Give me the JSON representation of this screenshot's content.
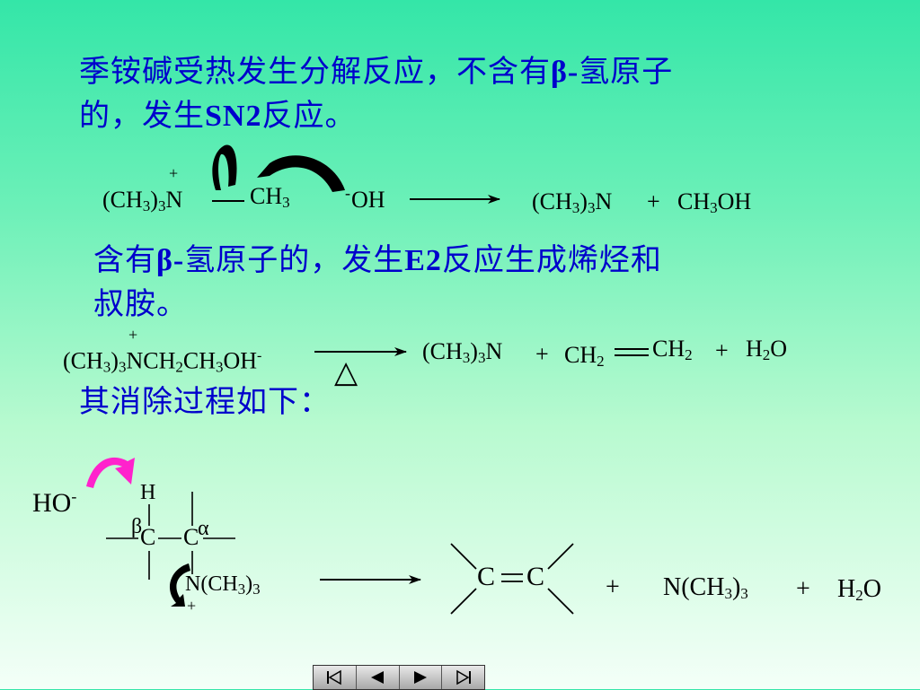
{
  "headings": {
    "sn2_line1_a": "季铵碱受热发生分解反应，不含有",
    "sn2_line1_beta": "β-",
    "sn2_line1_b": "氢原子",
    "sn2_line2_a": "的，发生",
    "sn2_line2_bold": "SN2",
    "sn2_line2_b": "反应。",
    "e2_line1_a": "含有",
    "e2_line1_beta": "β-",
    "e2_line1_b": "氢原子的，发生",
    "e2_line1_bold": "E2",
    "e2_line1_c": "反应生成烯烃和",
    "e2_line2": "叔胺。",
    "process": "其消除过程如下："
  },
  "reaction1": {
    "plus_charge": "+",
    "left_group": "(CH3)3N",
    "methyl": "CH3",
    "minus_charge": "-",
    "hydroxide": "OH",
    "product_amine": "(CH3)3N",
    "plus": "+",
    "product_methanol": "CH3OH"
  },
  "reaction2": {
    "plus_charge": "+",
    "reactant": "(CH3)3NCH2CH3OH-",
    "heat_symbol": "△",
    "product_amine": "(CH3)3N",
    "plus1": "+",
    "ethene_left": "CH2",
    "ethene_right": "CH2",
    "plus2": "+",
    "water": "H2O"
  },
  "mechanism": {
    "hydroxide": "HO-",
    "hydrogen": "H",
    "beta": "β",
    "alpha": "α",
    "carbon": "C",
    "leaving_group": "N(CH3)3",
    "plus_charge": "+",
    "product_alkene": "C=C",
    "plus1": "+",
    "product_amine": "N(CH3)3",
    "plus2": "+",
    "water": "H2O"
  },
  "colors": {
    "heading": "#0000cc",
    "curved_arrow_black": "#000000",
    "curved_arrow_magenta": "#ff22cc"
  },
  "nav": [
    "first-icon",
    "prev-icon",
    "next-icon",
    "last-icon"
  ]
}
